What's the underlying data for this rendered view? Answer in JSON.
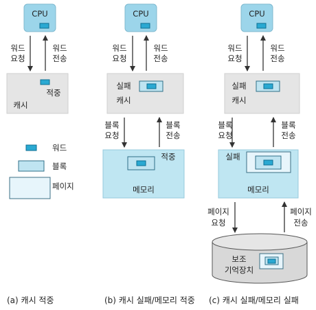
{
  "colors": {
    "cpu_fill": "#9cd5ea",
    "cpu_stroke": "#7fb9cf",
    "cache_fill": "#e5e5e5",
    "cache_stroke": "#cfcfcf",
    "memory_fill": "#bfe6f2",
    "memory_stroke": "#95c9dc",
    "word_fill": "#2aa9d2",
    "block_fill": "#bfe4f1",
    "page_fill": "#e7f5fb",
    "disk_fill": "#d8d8d8",
    "arrow": "#333333"
  },
  "labels": {
    "cpu": "CPU",
    "cache": "캐시",
    "memory": "메모리",
    "hit": "적중",
    "miss": "실패",
    "word_request": [
      "워드",
      "요청"
    ],
    "word_transfer": [
      "워드",
      "전송"
    ],
    "block_request": [
      "블록",
      "요청"
    ],
    "block_transfer": [
      "블록",
      "전송"
    ],
    "page_request": [
      "페이지",
      "요청"
    ],
    "page_transfer": [
      "페이지",
      "전송"
    ],
    "aux_storage": [
      "보조",
      "기억장치"
    ]
  },
  "legend": {
    "word": "워드",
    "block": "블록",
    "page": "페이지"
  },
  "captions": {
    "a": "(a) 캐시 적중",
    "b": "(b) 캐시 실패/메모리 적중",
    "c": "(c) 캐시 실패/메모리 실패"
  }
}
